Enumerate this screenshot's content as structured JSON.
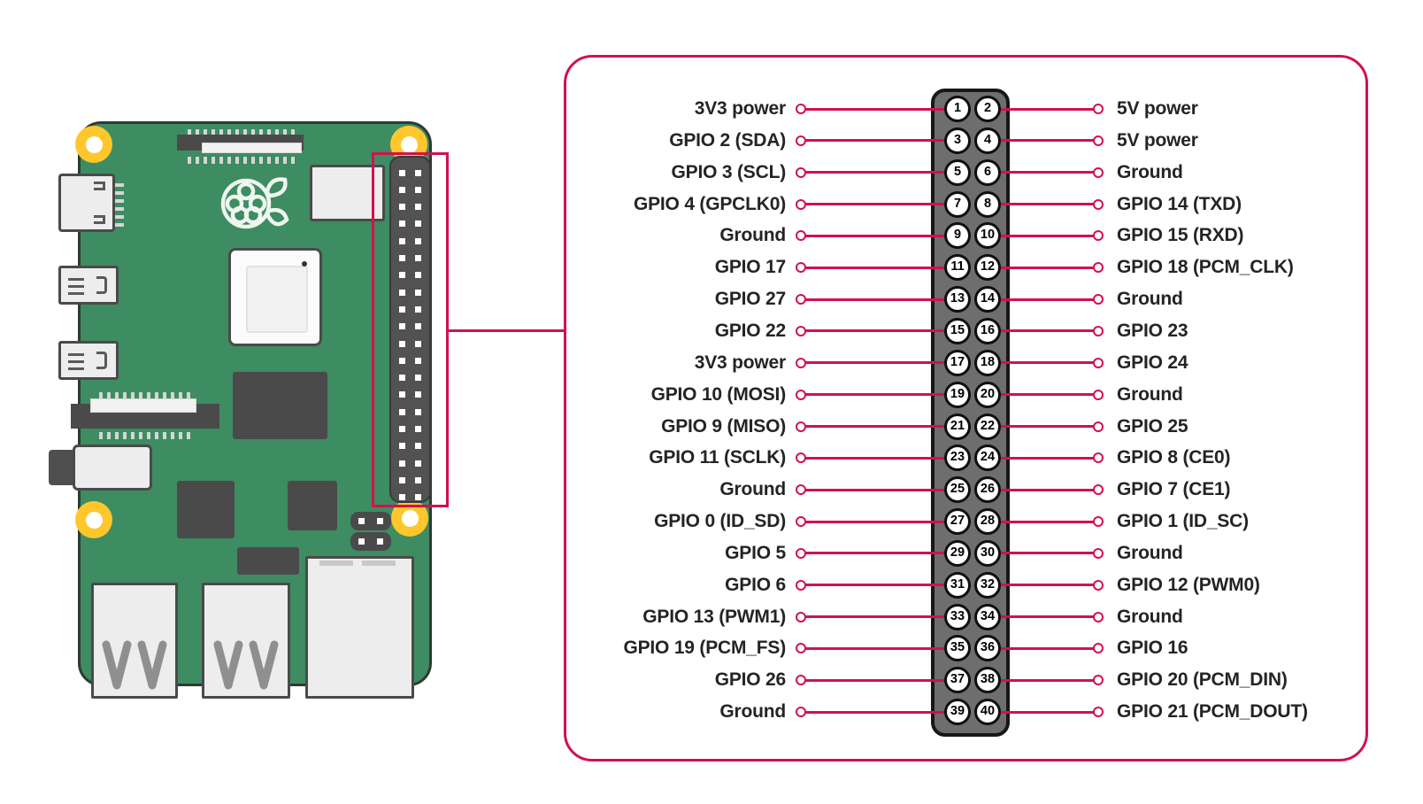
{
  "colors": {
    "accent": "#D2114E",
    "board_green": "#3E8C62",
    "hole_yellow": "#FFC72C",
    "header_gray": "#6E6E6E",
    "label_text": "#242424"
  },
  "icons": {
    "logo": "raspberry-logo-icon"
  },
  "pinout": {
    "rows": [
      {
        "left": "3V3 power",
        "odd": "1",
        "even": "2",
        "right": "5V power"
      },
      {
        "left": "GPIO 2 (SDA)",
        "odd": "3",
        "even": "4",
        "right": "5V power"
      },
      {
        "left": "GPIO 3 (SCL)",
        "odd": "5",
        "even": "6",
        "right": "Ground"
      },
      {
        "left": "GPIO 4 (GPCLK0)",
        "odd": "7",
        "even": "8",
        "right": "GPIO 14 (TXD)"
      },
      {
        "left": "Ground",
        "odd": "9",
        "even": "10",
        "right": "GPIO 15 (RXD)"
      },
      {
        "left": "GPIO 17",
        "odd": "11",
        "even": "12",
        "right": "GPIO 18 (PCM_CLK)"
      },
      {
        "left": "GPIO 27",
        "odd": "13",
        "even": "14",
        "right": "Ground"
      },
      {
        "left": "GPIO 22",
        "odd": "15",
        "even": "16",
        "right": "GPIO 23"
      },
      {
        "left": "3V3 power",
        "odd": "17",
        "even": "18",
        "right": "GPIO 24"
      },
      {
        "left": "GPIO 10 (MOSI)",
        "odd": "19",
        "even": "20",
        "right": "Ground"
      },
      {
        "left": "GPIO 9 (MISO)",
        "odd": "21",
        "even": "22",
        "right": "GPIO 25"
      },
      {
        "left": "GPIO 11 (SCLK)",
        "odd": "23",
        "even": "24",
        "right": "GPIO 8 (CE0)"
      },
      {
        "left": "Ground",
        "odd": "25",
        "even": "26",
        "right": "GPIO 7 (CE1)"
      },
      {
        "left": "GPIO 0 (ID_SD)",
        "odd": "27",
        "even": "28",
        "right": "GPIO 1 (ID_SC)"
      },
      {
        "left": "GPIO 5",
        "odd": "29",
        "even": "30",
        "right": "Ground"
      },
      {
        "left": "GPIO 6",
        "odd": "31",
        "even": "32",
        "right": "GPIO 12 (PWM0)"
      },
      {
        "left": "GPIO 13 (PWM1)",
        "odd": "33",
        "even": "34",
        "right": "Ground"
      },
      {
        "left": "GPIO 19 (PCM_FS)",
        "odd": "35",
        "even": "36",
        "right": "GPIO 16"
      },
      {
        "left": "GPIO 26",
        "odd": "37",
        "even": "38",
        "right": "GPIO 20 (PCM_DIN)"
      },
      {
        "left": "Ground",
        "odd": "39",
        "even": "40",
        "right": "GPIO 21 (PCM_DOUT)"
      }
    ]
  }
}
